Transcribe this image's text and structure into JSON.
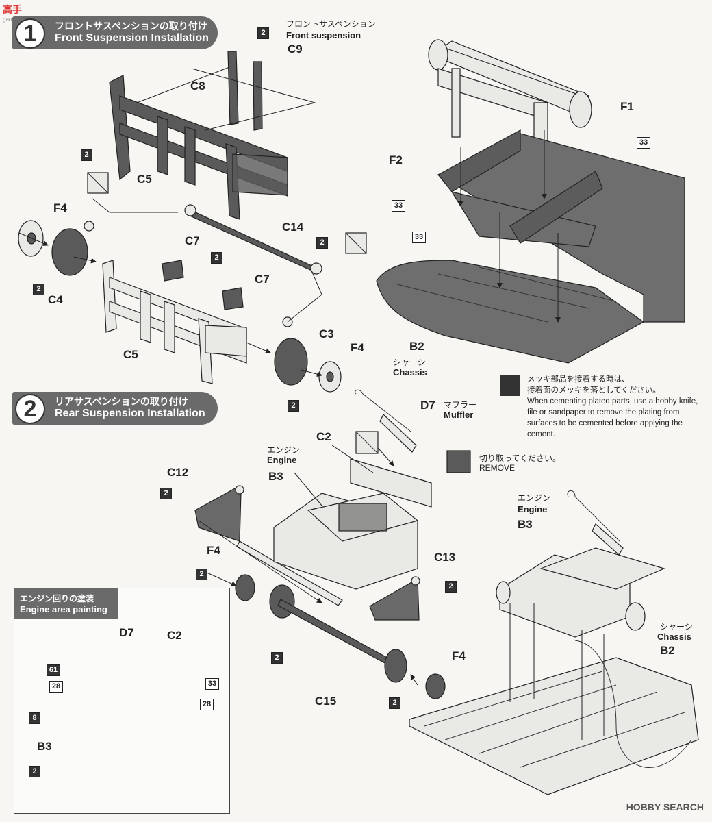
{
  "watermark": {
    "top_left": "高手",
    "top_left_sub": "gaoshou.com",
    "footer": "HOBBY SEARCH"
  },
  "step1": {
    "number": "1",
    "title_jp": "フロントサスペンションの取り付け",
    "title_en": "Front Suspension Installation"
  },
  "step2": {
    "number": "2",
    "title_jp": "リアサスペンションの取り付け",
    "title_en": "Rear Suspension Installation"
  },
  "front_suspension_callout": {
    "jp": "フロントサスペンション",
    "en": "Front suspension"
  },
  "chassis_callout": {
    "jp": "シャーシ",
    "en": "Chassis"
  },
  "engine_callout": {
    "jp": "エンジン",
    "en": "Engine"
  },
  "muffler_callout": {
    "jp": "マフラー",
    "en": "Muffler"
  },
  "remove_note": {
    "jp": "切り取ってください。",
    "en": "REMOVE"
  },
  "plating_note": {
    "jp": "メッキ部品を接着する時は、\n接着面のメッキを落としてください。",
    "en": "When cementing plated parts, use a hobby knife, file or sandpaper to remove the plating from surfaces to be cemented before applying the cement."
  },
  "part_labels": {
    "c8": "C8",
    "c9": "C9",
    "c5": "C5",
    "c5b": "C5",
    "f4": "F4",
    "c4": "C4",
    "c7": "C7",
    "c7b": "C7",
    "c14": "C14",
    "c3": "C3",
    "f4b": "F4",
    "f1": "F1",
    "f2": "F2",
    "b2": "B2",
    "d7": "D7",
    "c2": "C2",
    "b3": "B3",
    "c12": "C12",
    "f4c": "F4",
    "c13": "C13",
    "c15": "C15",
    "f4d": "F4",
    "b3b": "B3",
    "b2b": "B2"
  },
  "color_codes": {
    "c8": "2",
    "c5": "2",
    "f4": "2",
    "c7": "2",
    "c14": "2",
    "c3": "2",
    "f1": "33",
    "f2": "33",
    "b2": "33",
    "c12": "2",
    "f4c": "2",
    "c13": "2",
    "c15": "2",
    "f4d": "2"
  },
  "engine_painting": {
    "title_jp": "エンジン回りの塗装",
    "title_en": "Engine area painting",
    "labels": {
      "d7": "D7",
      "c2": "C2",
      "b3": "B3"
    },
    "codes": {
      "d7": "61",
      "left": "28",
      "right_top": "33",
      "right": "28",
      "center": "8",
      "bottom": "2"
    }
  }
}
